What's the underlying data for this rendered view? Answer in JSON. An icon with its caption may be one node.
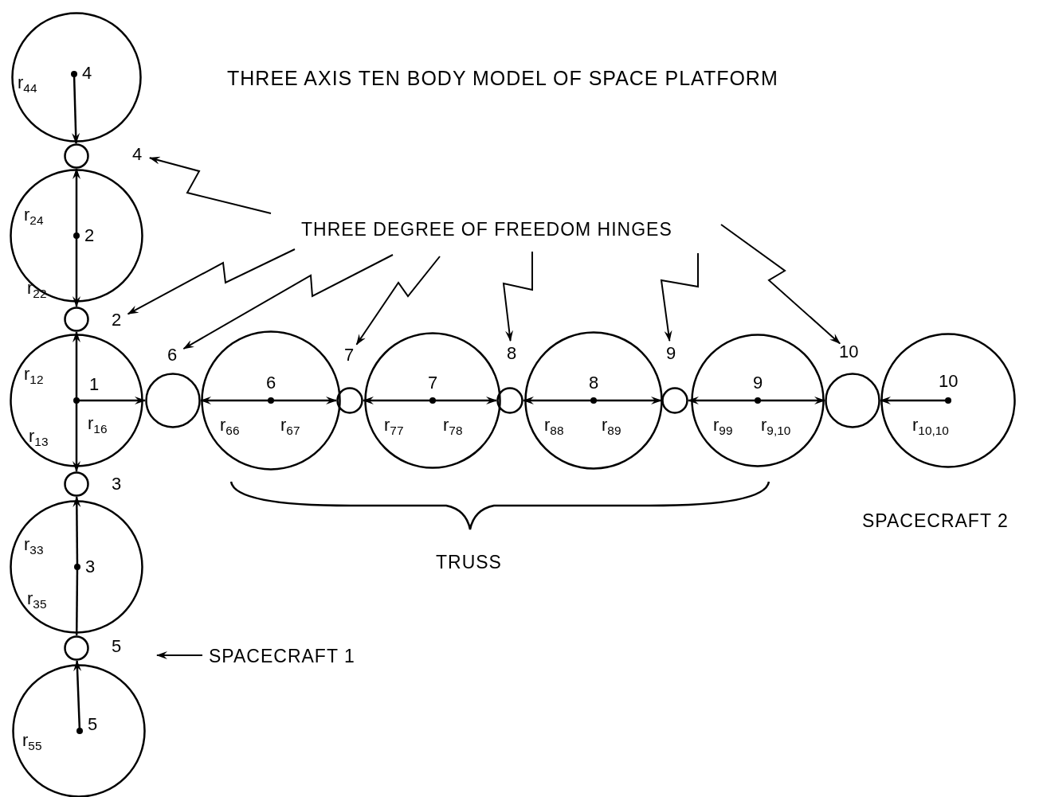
{
  "diagram": {
    "title": "THREE AXIS TEN BODY MODEL OF SPACE PLATFORM",
    "nodes": [
      {
        "text": [],
        "shape": "circle"
      },
      {
        "text": [
          "4"
        ],
        "in": 0
      },
      {
        "text": [],
        "shape": "circle",
        "beside": [
          "4"
        ]
      },
      {
        "text": [],
        "shape": "circle"
      },
      {
        "text": [
          "2"
        ],
        "in": 3
      },
      {
        "text": [],
        "shape": "circle",
        "beside": [
          "2"
        ]
      },
      {
        "text": [],
        "shape": "circle"
      },
      {
        "text": [
          "1"
        ],
        "in": 6
      },
      {
        "text": [],
        "shape": "circle",
        "beside": [
          "3"
        ]
      },
      {
        "text": [],
        "shape": "circle"
      },
      {
        "text": [
          "3"
        ],
        "in": 9
      },
      {
        "text": [],
        "shape": "circle",
        "beside": [
          "5"
        ]
      },
      {
        "text": [],
        "shape": "circle"
      },
      {
        "text": [
          "5"
        ],
        "in": 12
      },
      {
        "text": [],
        "shape": "circle",
        "beside": [
          "6"
        ]
      },
      {
        "text": [],
        "shape": "circle"
      },
      {
        "text": [
          "6"
        ],
        "in": 15
      },
      {
        "text": [],
        "shape": "circle",
        "beside": [
          "7"
        ]
      },
      {
        "text": [],
        "shape": "circle"
      },
      {
        "text": [
          "7"
        ],
        "in": 18
      },
      {
        "text": [],
        "shape": "circle",
        "beside": [
          "8"
        ]
      },
      {
        "text": [],
        "shape": "circle"
      },
      {
        "text": [
          "8"
        ],
        "in": 21
      },
      {
        "text": [],
        "shape": "circle",
        "beside": [
          "9"
        ]
      },
      {
        "text": [],
        "shape": "circle"
      },
      {
        "text": [
          "9"
        ],
        "in": 24
      },
      {
        "text": [],
        "shape": "circle",
        "beside": [
          "10"
        ]
      },
      {
        "text": [],
        "shape": "circle"
      },
      {
        "text": [
          "10"
        ],
        "in": 27
      },
      {
        "text": [
          "THREE DEGREE OF FREEDOM HINGES"
        ]
      },
      {
        "text": [
          "SPACECRAFT 1"
        ]
      }
    ],
    "edges": [
      {
        "from": 1,
        "to": 2,
        "arrow": "to",
        "label": "r$_{44}$"
      },
      {
        "from": 4,
        "to": 2,
        "arrow": "to",
        "label": "r$_{24}$"
      },
      {
        "from": 4,
        "to": 5,
        "arrow": "to",
        "label": "r$_{22}$"
      },
      {
        "from": 7,
        "to": 5,
        "arrow": "to",
        "label": "r$_{12}$"
      },
      {
        "from": 7,
        "to": 8,
        "arrow": "to",
        "label": "r$_{13}$"
      },
      {
        "from": 7,
        "to": 14,
        "arrow": "to",
        "label": "r$_{16}$"
      },
      {
        "from": 10,
        "to": 8,
        "arrow": "to",
        "label": "r$_{33}$"
      },
      {
        "from": 10,
        "to": 11,
        "arrow": "none",
        "label": "r$_{35}$"
      },
      {
        "from": 13,
        "to": 11,
        "arrow": "to",
        "label": "r$_{55}$"
      },
      {
        "from": 16,
        "to": 14,
        "arrow": "to",
        "label": "r$_{66}$"
      },
      {
        "from": 16,
        "to": 17,
        "arrow": "to",
        "label": "r$_{67}$"
      },
      {
        "from": 19,
        "to": 17,
        "arrow": "to",
        "label": "r$_{77}$"
      },
      {
        "from": 19,
        "to": 20,
        "arrow": "to",
        "label": "r$_{78}$"
      },
      {
        "from": 22,
        "to": 20,
        "arrow": "to",
        "label": "r$_{88}$"
      },
      {
        "from": 22,
        "to": 23,
        "arrow": "to",
        "label": "r$_{89}$"
      },
      {
        "from": 25,
        "to": 23,
        "arrow": "to",
        "label": "r$_{99}$"
      },
      {
        "from": 25,
        "to": 26,
        "arrow": "to",
        "label": "r$_{9,10}$"
      },
      {
        "from": 28,
        "to": 26,
        "arrow": "to",
        "label": "r$_{10,10}$"
      },
      {
        "from": 29,
        "to": 2,
        "arrow": "to"
      },
      {
        "from": 29,
        "to": 5,
        "arrow": "to"
      },
      {
        "from": 29,
        "to": 14,
        "arrow": "to"
      },
      {
        "from": 29,
        "to": 17,
        "arrow": "to"
      },
      {
        "from": 29,
        "to": 20,
        "arrow": "to"
      },
      {
        "from": 29,
        "to": 23,
        "arrow": "to"
      },
      {
        "from": 29,
        "to": 26,
        "arrow": "to"
      },
      {
        "from": 30,
        "to": null,
        "arrow": "to"
      }
    ],
    "labels": [
      "TRUSS",
      "SPACECRAFT 2"
    ]
  }
}
